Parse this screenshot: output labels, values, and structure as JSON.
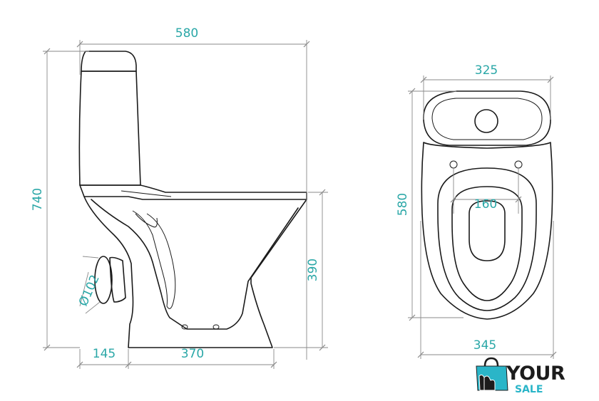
{
  "dimensions": {
    "side_total_width": "580",
    "side_total_height": "740",
    "side_bowl_height": "390",
    "side_rear_offset": "145",
    "side_base_width": "370",
    "drain_diameter": "Ø102",
    "top_bowl_width": "325",
    "top_total_length": "580",
    "top_hole_spacing": "160",
    "top_max_width": "345"
  },
  "logo": {
    "main": "YOUR",
    "sub": "SALE",
    "icon": "shopping-bag-hand-icon",
    "accent_color": "#2ab5c8"
  },
  "colors": {
    "dimension_text": "#2aa7a7",
    "outline": "#1a1a1a"
  }
}
